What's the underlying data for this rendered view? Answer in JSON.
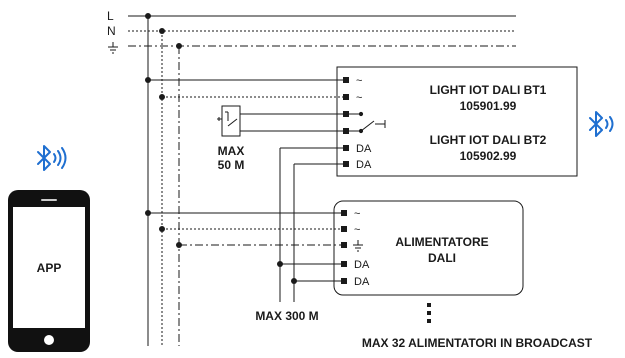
{
  "lines": {
    "l": "L",
    "n": "N",
    "earth_icon": "earth-ground-icon"
  },
  "device_bt": {
    "title_1": "LIGHT IOT DALI BT1",
    "code_1": "105901.99",
    "title_2": "LIGHT IOT DALI BT2",
    "code_2": "105902.99",
    "terminals": [
      "~",
      "~",
      "",
      "",
      "DA",
      "DA"
    ]
  },
  "power_supply": {
    "title_1": "ALIMENTATORE",
    "title_2": "DALI",
    "terminals": [
      "~",
      "~",
      "",
      "DA",
      "DA"
    ]
  },
  "annotations": {
    "switch_max_1": "MAX",
    "switch_max_2": "50 M",
    "bus_max": "MAX 300 M",
    "broadcast_max": "MAX 32 ALIMENTATORI IN BROADCAST"
  },
  "phone": {
    "label": "APP"
  },
  "icons": {
    "bluetooth_phone": "bluetooth-signal-icon",
    "bluetooth_device": "bluetooth-signal-icon",
    "switch": "push-button-switch-icon",
    "continuation": "vertical-ellipsis-icon"
  },
  "colors": {
    "line": "#1a1a1a",
    "bluetooth": "#1f6fd0",
    "phone_body": "#111111",
    "phone_screen": "#ffffff"
  }
}
